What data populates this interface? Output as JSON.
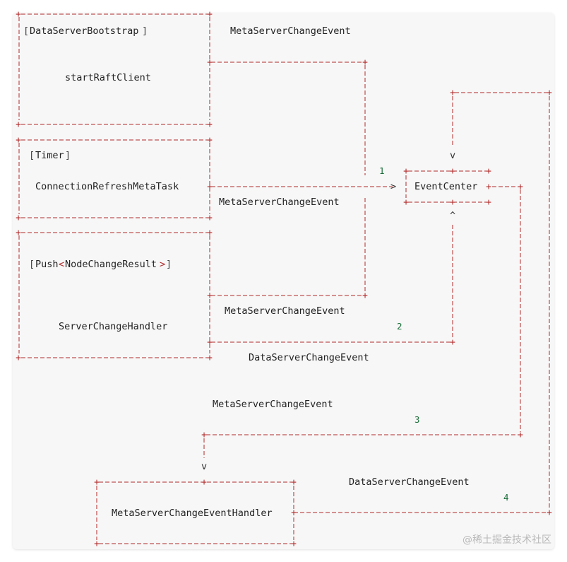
{
  "diagram": {
    "boxes": {
      "bootstrap": {
        "tag": "DataServerBootstrap",
        "method": "startRaftClient"
      },
      "timer": {
        "tag": "Timer",
        "task": "ConnectionRefreshMetaTask"
      },
      "push": {
        "tag_prefix": "Push",
        "tag_type": "NodeChangeResult",
        "handler": "ServerChangeHandler"
      },
      "event_center": {
        "name": "EventCenter"
      },
      "handler": {
        "name": "MetaServerChangeEventHandler"
      }
    },
    "edge_labels": {
      "bootstrap_event": "MetaServerChangeEvent",
      "timer_event": "MetaServerChangeEvent",
      "push_event": "MetaServerChangeEvent",
      "push_data_event": "DataServerChangeEvent",
      "center_event": "MetaServerChangeEvent",
      "center_data_event": "DataServerChangeEvent"
    },
    "step_numbers": {
      "s1": "1",
      "s2": "2",
      "s3": "3",
      "s4": "4"
    },
    "arrowheads": {
      "down": "v",
      "up": "^",
      "right": ">"
    },
    "plus": "+",
    "colors": {
      "line": "#b22a2a",
      "text": "#222222",
      "number": "#1a6e3a",
      "background": "#f7f7f7"
    }
  },
  "watermark": "@稀土掘金技术社区"
}
